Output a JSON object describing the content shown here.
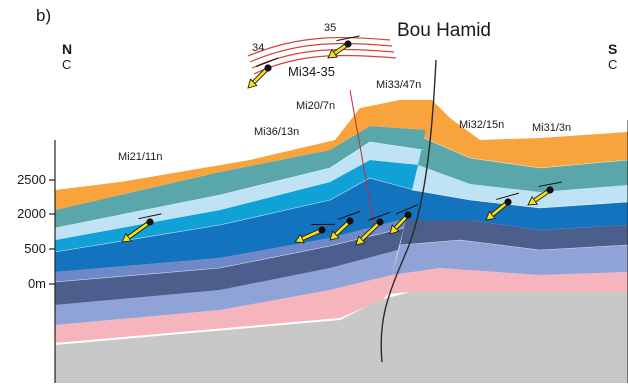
{
  "figure": {
    "panel_label": "b)",
    "place_name": "Bou Hamid",
    "left_end": {
      "direction": "N",
      "code": "C"
    },
    "right_end": {
      "direction": "S",
      "code": "C"
    },
    "depth_scale": [
      "2500",
      "2000",
      "500",
      "0m"
    ],
    "sites": [
      "Mi21/11n",
      "Mi36/13n",
      "Mi20/7n",
      "Mi33/47n",
      "Mi32/15n",
      "Mi31/3n"
    ],
    "inset": {
      "label": "Mi34-35",
      "strike_numbers": [
        "34",
        "35"
      ]
    }
  },
  "colors": {
    "basement": "#c8c8c8",
    "pink": "#f6b5bd",
    "blue_pale": "#8fa3d6",
    "slate": "#4c5e8c",
    "blue_mid": "#6f88c8",
    "blue_royal": "#1473bf",
    "sky": "#10a2d6",
    "ice": "#bfe3f4",
    "teal": "#5aa7ab",
    "orange": "#f8a33c",
    "arrow": "#f5e313",
    "fault": "#2a2a2a",
    "inset_line": "#d8403a"
  }
}
